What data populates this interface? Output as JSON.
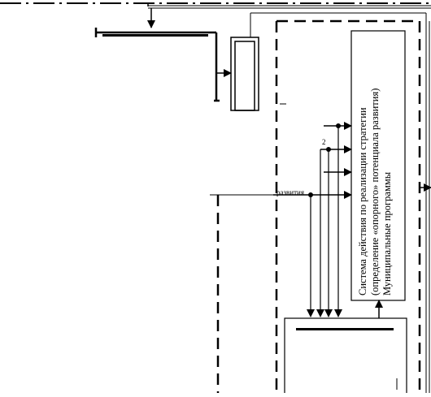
{
  "strategy_block": {
    "line1": "Система действия по реализации стратегии",
    "line2": "(определение «опорного» потенциала развития)",
    "line3": "Муниципальные программы"
  },
  "fragments": {
    "partial_label_left": "развития",
    "partial_label_mid": "2"
  }
}
